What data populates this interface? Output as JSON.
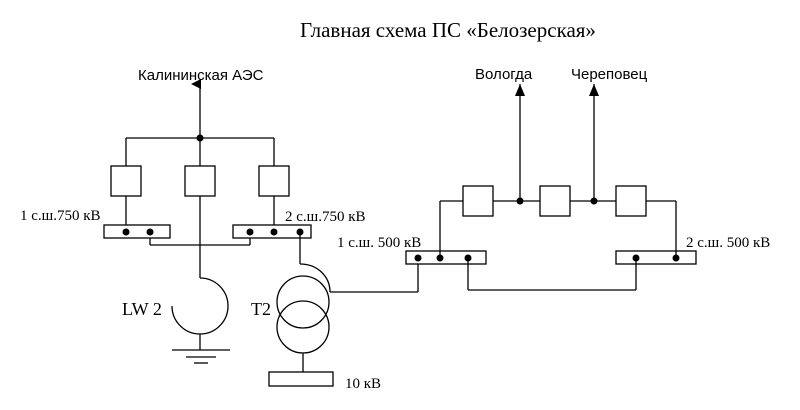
{
  "title": "Главная схема ПС «Белозерская»",
  "labels": {
    "kalinin": "Калининская АЭС",
    "vologda": "Вологда",
    "cherepovets": "Череповец",
    "bus750_1": "1 с.ш.750 кВ",
    "bus750_2": "2 с.ш.750 кВ",
    "bus500_1": "1 с.ш. 500 кВ",
    "bus500_2": "2 с.ш. 500 кВ",
    "reactor": "LW 2",
    "transformer": "T2",
    "bus10": "10 кВ"
  }
}
